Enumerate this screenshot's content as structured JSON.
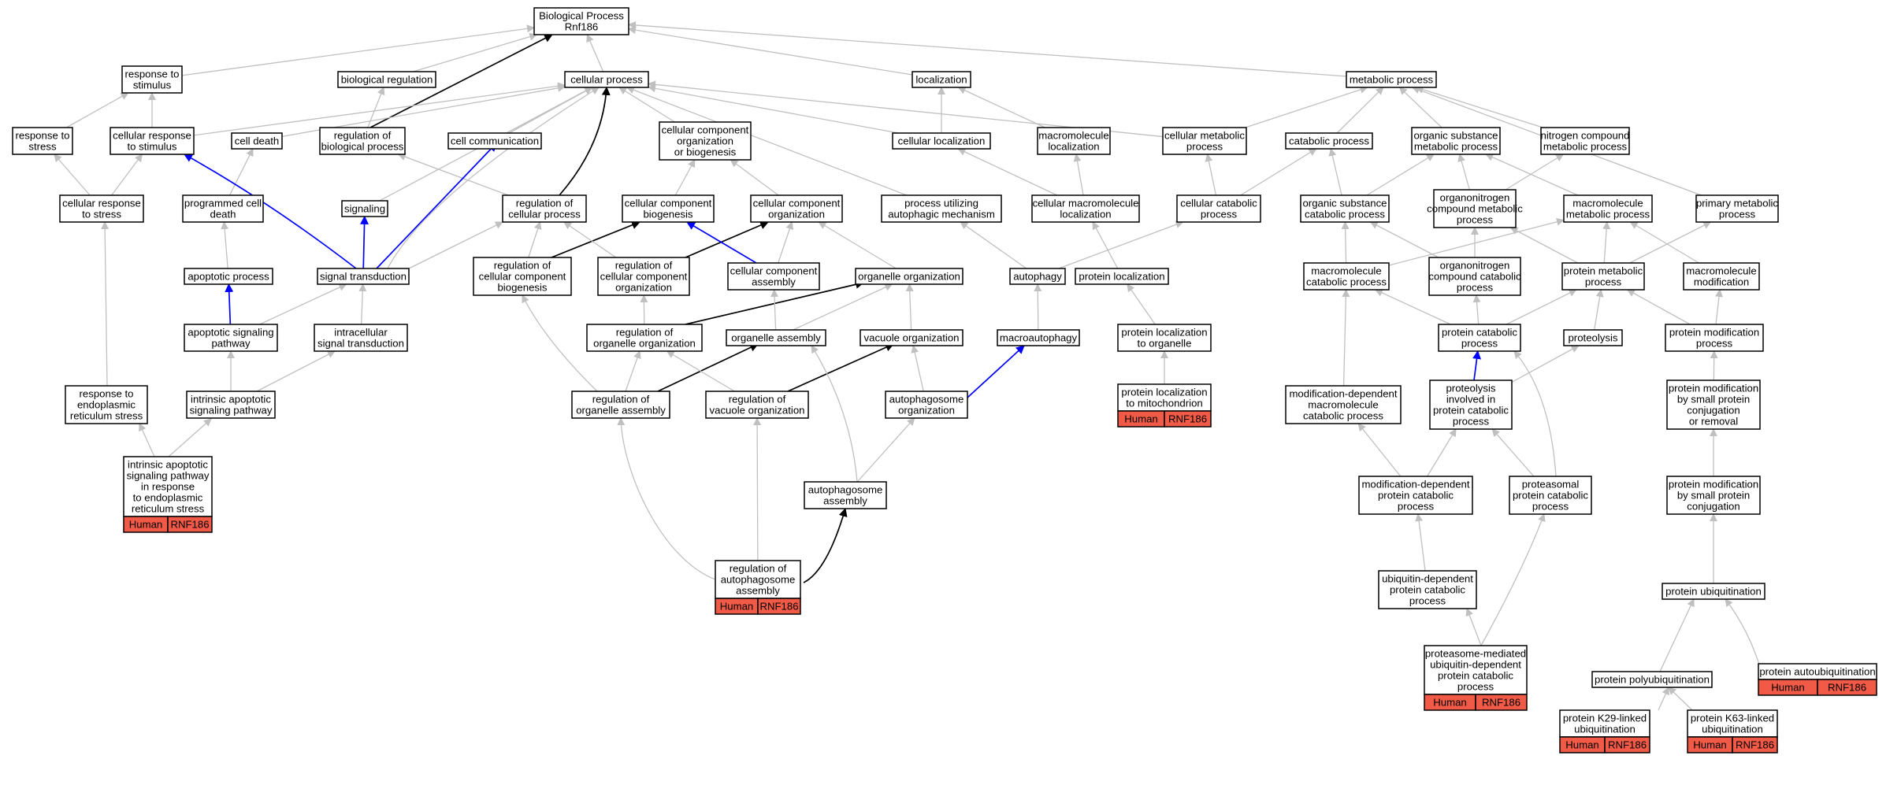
{
  "colors": {
    "edge_default": "#c0c0c0",
    "edge_positive": "#0000ff",
    "edge_regulates": "#000000",
    "annotation_fill": "#f15a46"
  },
  "nodes": [
    {
      "id": "bp",
      "lines": [
        "Biological Process",
        "Rnf186"
      ]
    },
    {
      "id": "resp_stim",
      "lines": [
        "response to",
        "stimulus"
      ]
    },
    {
      "id": "bio_reg",
      "lines": [
        "biological regulation"
      ]
    },
    {
      "id": "cell_proc",
      "lines": [
        "cellular process"
      ]
    },
    {
      "id": "localization",
      "lines": [
        "localization"
      ]
    },
    {
      "id": "met_proc",
      "lines": [
        "metabolic process"
      ]
    },
    {
      "id": "resp_stress",
      "lines": [
        "response to",
        "stress"
      ]
    },
    {
      "id": "cell_resp_stim",
      "lines": [
        "cellular response",
        "to stimulus"
      ]
    },
    {
      "id": "cell_death",
      "lines": [
        "cell death"
      ]
    },
    {
      "id": "reg_bio_proc",
      "lines": [
        "regulation of",
        "biological process"
      ]
    },
    {
      "id": "cell_comm",
      "lines": [
        "cell communication"
      ]
    },
    {
      "id": "ccob",
      "lines": [
        "cellular component",
        "organization",
        "or biogenesis"
      ]
    },
    {
      "id": "cell_loc",
      "lines": [
        "cellular localization"
      ]
    },
    {
      "id": "macro_loc",
      "lines": [
        "macromolecule",
        "localization"
      ]
    },
    {
      "id": "cell_met",
      "lines": [
        "cellular metabolic",
        "process"
      ]
    },
    {
      "id": "catab",
      "lines": [
        "catabolic process"
      ]
    },
    {
      "id": "org_sub_met",
      "lines": [
        "organic substance",
        "metabolic process"
      ]
    },
    {
      "id": "nitro_met",
      "lines": [
        "nitrogen compound",
        "metabolic process"
      ]
    },
    {
      "id": "cell_resp_stress",
      "lines": [
        "cellular response",
        "to stress"
      ]
    },
    {
      "id": "prog_death",
      "lines": [
        "programmed cell",
        "death"
      ]
    },
    {
      "id": "signaling",
      "lines": [
        "signaling"
      ]
    },
    {
      "id": "reg_cell_proc",
      "lines": [
        "regulation of",
        "cellular process"
      ]
    },
    {
      "id": "cc_biogen",
      "lines": [
        "cellular component",
        "biogenesis"
      ]
    },
    {
      "id": "cc_org",
      "lines": [
        "cellular component",
        "organization"
      ]
    },
    {
      "id": "autoph_mech",
      "lines": [
        "process utilizing",
        "autophagic mechanism"
      ]
    },
    {
      "id": "cell_macro_loc",
      "lines": [
        "cellular macromolecule",
        "localization"
      ]
    },
    {
      "id": "cell_catab",
      "lines": [
        "cellular catabolic",
        "process"
      ]
    },
    {
      "id": "org_sub_catab",
      "lines": [
        "organic substance",
        "catabolic process"
      ]
    },
    {
      "id": "organonitro_met",
      "lines": [
        "organonitrogen",
        "compound metabolic",
        "process"
      ]
    },
    {
      "id": "macro_met",
      "lines": [
        "macromolecule",
        "metabolic process"
      ]
    },
    {
      "id": "primary_met",
      "lines": [
        "primary metabolic",
        "process"
      ]
    },
    {
      "id": "apoptotic",
      "lines": [
        "apoptotic process"
      ]
    },
    {
      "id": "sig_trans",
      "lines": [
        "signal transduction"
      ]
    },
    {
      "id": "reg_ccb",
      "lines": [
        "regulation of",
        "cellular component",
        "biogenesis"
      ]
    },
    {
      "id": "reg_cco",
      "lines": [
        "regulation of",
        "cellular component",
        "organization"
      ]
    },
    {
      "id": "cc_assembly",
      "lines": [
        "cellular component",
        "assembly"
      ]
    },
    {
      "id": "organelle_org",
      "lines": [
        "organelle organization"
      ]
    },
    {
      "id": "autophagy",
      "lines": [
        "autophagy"
      ]
    },
    {
      "id": "prot_loc",
      "lines": [
        "protein localization"
      ]
    },
    {
      "id": "macro_catab",
      "lines": [
        "macromolecule",
        "catabolic process"
      ]
    },
    {
      "id": "organonitro_catab",
      "lines": [
        "organonitrogen",
        "compound catabolic",
        "process"
      ]
    },
    {
      "id": "prot_met",
      "lines": [
        "protein metabolic",
        "process"
      ]
    },
    {
      "id": "macro_mod",
      "lines": [
        "macromolecule",
        "modification"
      ]
    },
    {
      "id": "apop_sig",
      "lines": [
        "apoptotic signaling",
        "pathway"
      ]
    },
    {
      "id": "intra_sig",
      "lines": [
        "intracellular",
        "signal transduction"
      ]
    },
    {
      "id": "reg_org_org",
      "lines": [
        "regulation of",
        "organelle organization"
      ]
    },
    {
      "id": "org_assembly",
      "lines": [
        "organelle assembly"
      ]
    },
    {
      "id": "vac_org",
      "lines": [
        "vacuole organization"
      ]
    },
    {
      "id": "macroautophagy",
      "lines": [
        "macroautophagy"
      ]
    },
    {
      "id": "prot_loc_org",
      "lines": [
        "protein localization",
        "to organelle"
      ]
    },
    {
      "id": "prot_catab",
      "lines": [
        "protein catabolic",
        "process"
      ]
    },
    {
      "id": "proteolysis",
      "lines": [
        "proteolysis"
      ]
    },
    {
      "id": "prot_mod",
      "lines": [
        "protein modification",
        "process"
      ]
    },
    {
      "id": "resp_er",
      "lines": [
        "response to",
        "endoplasmic",
        "reticulum stress"
      ]
    },
    {
      "id": "intr_apop",
      "lines": [
        "intrinsic apoptotic",
        "signaling pathway"
      ]
    },
    {
      "id": "reg_org_assembly",
      "lines": [
        "regulation of",
        "organelle assembly"
      ]
    },
    {
      "id": "reg_vac_org",
      "lines": [
        "regulation of",
        "vacuole organization"
      ]
    },
    {
      "id": "autophagosome_org",
      "lines": [
        "autophagosome",
        "organization"
      ]
    },
    {
      "id": "prot_loc_mito",
      "lines": [
        "protein localization",
        "to mitochondrion"
      ],
      "annotation": [
        "Human",
        "RNF186"
      ]
    },
    {
      "id": "mod_dep_macro_catab",
      "lines": [
        "modification-dependent",
        "macromolecule",
        "catabolic process"
      ]
    },
    {
      "id": "proteolysis_pcp",
      "lines": [
        "proteolysis",
        "involved in",
        "protein catabolic",
        "process"
      ]
    },
    {
      "id": "prot_mod_small",
      "lines": [
        "protein modification",
        "by small protein",
        "conjugation",
        "or removal"
      ]
    },
    {
      "id": "intr_apop_er",
      "lines": [
        "intrinsic apoptotic",
        "signaling pathway",
        "in response",
        "to endoplasmic",
        "reticulum stress"
      ],
      "annotation": [
        "Human",
        "RNF186"
      ]
    },
    {
      "id": "autophagosome_asm",
      "lines": [
        "autophagosome",
        "assembly"
      ]
    },
    {
      "id": "mod_dep_prot_catab",
      "lines": [
        "modification-dependent",
        "protein catabolic",
        "process"
      ]
    },
    {
      "id": "proteasomal",
      "lines": [
        "proteasomal",
        "protein catabolic",
        "process"
      ]
    },
    {
      "id": "prot_mod_conj",
      "lines": [
        "protein modification",
        "by small protein",
        "conjugation"
      ]
    },
    {
      "id": "reg_autophagosome_asm",
      "lines": [
        "regulation of",
        "autophagosome",
        "assembly"
      ],
      "annotation": [
        "Human",
        "RNF186"
      ]
    },
    {
      "id": "ubiq_dep",
      "lines": [
        "ubiquitin-dependent",
        "protein catabolic",
        "process"
      ]
    },
    {
      "id": "prot_ubiq",
      "lines": [
        "protein ubiquitination"
      ]
    },
    {
      "id": "prot_autoubiq",
      "lines": [
        "protein autoubiquitination"
      ],
      "annotation": [
        "Human",
        "RNF186"
      ]
    },
    {
      "id": "prot_polyubiq",
      "lines": [
        "protein polyubiquitination"
      ]
    },
    {
      "id": "prot_k29",
      "lines": [
        "protein K29-linked",
        "ubiquitination"
      ],
      "annotation": [
        "Human",
        "RNF186"
      ]
    },
    {
      "id": "prot_k63",
      "lines": [
        "protein K63-linked",
        "ubiquitination"
      ],
      "annotation": [
        "Human",
        "RNF186"
      ]
    },
    {
      "id": "proteasome_med",
      "lines": [
        "proteasome-mediated",
        "ubiquitin-dependent",
        "protein catabolic",
        "process"
      ],
      "annotation": [
        "Human",
        "RNF186"
      ]
    }
  ],
  "edges": [
    {
      "from": "resp_stim",
      "to": "bp",
      "type": "is_a"
    },
    {
      "from": "bio_reg",
      "to": "bp",
      "type": "is_a"
    },
    {
      "from": "cell_proc",
      "to": "bp",
      "type": "is_a"
    },
    {
      "from": "localization",
      "to": "bp",
      "type": "is_a"
    },
    {
      "from": "met_proc",
      "to": "bp",
      "type": "is_a"
    },
    {
      "from": "reg_bio_proc",
      "to": "bp",
      "type": "regulates"
    },
    {
      "from": "resp_stress",
      "to": "resp_stim",
      "type": "is_a"
    },
    {
      "from": "cell_resp_stim",
      "to": "resp_stim",
      "type": "is_a"
    },
    {
      "from": "cell_resp_stim",
      "to": "cell_proc",
      "type": "is_a"
    },
    {
      "from": "cell_death",
      "to": "cell_proc",
      "type": "is_a"
    },
    {
      "from": "reg_bio_proc",
      "to": "bio_reg",
      "type": "is_a"
    },
    {
      "from": "cell_comm",
      "to": "cell_proc",
      "type": "is_a"
    },
    {
      "from": "ccob",
      "to": "cell_proc",
      "type": "is_a"
    },
    {
      "from": "cell_loc",
      "to": "cell_proc",
      "type": "is_a"
    },
    {
      "from": "cell_loc",
      "to": "localization",
      "type": "is_a"
    },
    {
      "from": "macro_loc",
      "to": "localization",
      "type": "is_a"
    },
    {
      "from": "cell_met",
      "to": "cell_proc",
      "type": "is_a"
    },
    {
      "from": "cell_met",
      "to": "met_proc",
      "type": "is_a"
    },
    {
      "from": "catab",
      "to": "met_proc",
      "type": "is_a"
    },
    {
      "from": "org_sub_met",
      "to": "met_proc",
      "type": "is_a"
    },
    {
      "from": "nitro_met",
      "to": "met_proc",
      "type": "is_a"
    },
    {
      "from": "primary_met",
      "to": "met_proc",
      "type": "is_a"
    },
    {
      "from": "cell_resp_stress",
      "to": "resp_stress",
      "type": "is_a"
    },
    {
      "from": "cell_resp_stress",
      "to": "cell_resp_stim",
      "type": "is_a"
    },
    {
      "from": "prog_death",
      "to": "cell_death",
      "type": "is_a"
    },
    {
      "from": "signaling",
      "to": "cell_proc",
      "type": "is_a"
    },
    {
      "from": "reg_cell_proc",
      "to": "reg_bio_proc",
      "type": "is_a"
    },
    {
      "from": "reg_cell_proc",
      "to": "cell_proc",
      "type": "regulates"
    },
    {
      "from": "cc_biogen",
      "to": "ccob",
      "type": "is_a"
    },
    {
      "from": "cc_org",
      "to": "ccob",
      "type": "is_a"
    },
    {
      "from": "autoph_mech",
      "to": "cell_proc",
      "type": "is_a"
    },
    {
      "from": "cell_macro_loc",
      "to": "cell_loc",
      "type": "is_a"
    },
    {
      "from": "cell_macro_loc",
      "to": "macro_loc",
      "type": "is_a"
    },
    {
      "from": "cell_catab",
      "to": "cell_met",
      "type": "is_a"
    },
    {
      "from": "cell_catab",
      "to": "catab",
      "type": "is_a"
    },
    {
      "from": "org_sub_catab",
      "to": "catab",
      "type": "is_a"
    },
    {
      "from": "org_sub_catab",
      "to": "org_sub_met",
      "type": "is_a"
    },
    {
      "from": "organonitro_met",
      "to": "org_sub_met",
      "type": "is_a"
    },
    {
      "from": "organonitro_met",
      "to": "nitro_met",
      "type": "is_a"
    },
    {
      "from": "macro_met",
      "to": "org_sub_met",
      "type": "is_a"
    },
    {
      "from": "sig_trans",
      "to": "signaling",
      "type": "positively_regulates"
    },
    {
      "from": "sig_trans",
      "to": "cell_resp_stim",
      "type": "positively_regulates"
    },
    {
      "from": "sig_trans",
      "to": "cell_comm",
      "type": "positively_regulates"
    },
    {
      "from": "sig_trans",
      "to": "reg_cell_proc",
      "type": "is_a"
    },
    {
      "from": "sig_trans",
      "to": "cell_proc",
      "type": "is_a"
    },
    {
      "from": "apoptotic",
      "to": "prog_death",
      "type": "is_a"
    },
    {
      "from": "reg_ccb",
      "to": "reg_cell_proc",
      "type": "is_a"
    },
    {
      "from": "reg_ccb",
      "to": "cc_biogen",
      "type": "regulates"
    },
    {
      "from": "reg_cco",
      "to": "reg_cell_proc",
      "type": "is_a"
    },
    {
      "from": "reg_cco",
      "to": "cc_org",
      "type": "regulates"
    },
    {
      "from": "cc_assembly",
      "to": "cc_biogen",
      "type": "positively_regulates"
    },
    {
      "from": "cc_assembly",
      "to": "cc_org",
      "type": "is_a"
    },
    {
      "from": "organelle_org",
      "to": "cc_org",
      "type": "is_a"
    },
    {
      "from": "autophagy",
      "to": "autoph_mech",
      "type": "is_a"
    },
    {
      "from": "autophagy",
      "to": "cell_catab",
      "type": "is_a"
    },
    {
      "from": "prot_loc",
      "to": "cell_macro_loc",
      "type": "is_a"
    },
    {
      "from": "macro_catab",
      "to": "org_sub_catab",
      "type": "is_a"
    },
    {
      "from": "macro_catab",
      "to": "macro_met",
      "type": "is_a"
    },
    {
      "from": "organonitro_catab",
      "to": "org_sub_catab",
      "type": "is_a"
    },
    {
      "from": "organonitro_catab",
      "to": "organonitro_met",
      "type": "is_a"
    },
    {
      "from": "prot_met",
      "to": "organonitro_met",
      "type": "is_a"
    },
    {
      "from": "prot_met",
      "to": "macro_met",
      "type": "is_a"
    },
    {
      "from": "prot_met",
      "to": "primary_met",
      "type": "is_a"
    },
    {
      "from": "macro_mod",
      "to": "macro_met",
      "type": "is_a"
    },
    {
      "from": "apop_sig",
      "to": "apoptotic",
      "type": "positively_regulates"
    },
    {
      "from": "apop_sig",
      "to": "sig_trans",
      "type": "is_a"
    },
    {
      "from": "intra_sig",
      "to": "sig_trans",
      "type": "is_a"
    },
    {
      "from": "reg_org_org",
      "to": "reg_cco",
      "type": "is_a"
    },
    {
      "from": "reg_org_org",
      "to": "organelle_org",
      "type": "regulates"
    },
    {
      "from": "org_assembly",
      "to": "cc_assembly",
      "type": "is_a"
    },
    {
      "from": "org_assembly",
      "to": "organelle_org",
      "type": "is_a"
    },
    {
      "from": "vac_org",
      "to": "organelle_org",
      "type": "is_a"
    },
    {
      "from": "macroautophagy",
      "to": "autophagy",
      "type": "is_a"
    },
    {
      "from": "prot_loc_org",
      "to": "prot_loc",
      "type": "is_a"
    },
    {
      "from": "prot_catab",
      "to": "organonitro_catab",
      "type": "is_a"
    },
    {
      "from": "prot_catab",
      "to": "macro_catab",
      "type": "is_a"
    },
    {
      "from": "prot_catab",
      "to": "prot_met",
      "type": "is_a"
    },
    {
      "from": "proteolysis",
      "to": "prot_met",
      "type": "is_a"
    },
    {
      "from": "prot_mod",
      "to": "prot_met",
      "type": "is_a"
    },
    {
      "from": "prot_mod",
      "to": "macro_mod",
      "type": "is_a"
    },
    {
      "from": "resp_er",
      "to": "cell_resp_stress",
      "type": "is_a"
    },
    {
      "from": "intr_apop",
      "to": "apop_sig",
      "type": "is_a"
    },
    {
      "from": "intr_apop",
      "to": "intra_sig",
      "type": "is_a"
    },
    {
      "from": "reg_org_assembly",
      "to": "reg_org_org",
      "type": "is_a"
    },
    {
      "from": "reg_org_assembly",
      "to": "org_assembly",
      "type": "regulates"
    },
    {
      "from": "reg_org_assembly",
      "to": "reg_ccb",
      "type": "is_a"
    },
    {
      "from": "reg_vac_org",
      "to": "reg_org_org",
      "type": "is_a"
    },
    {
      "from": "reg_vac_org",
      "to": "vac_org",
      "type": "regulates"
    },
    {
      "from": "autophagosome_org",
      "to": "vac_org",
      "type": "is_a"
    },
    {
      "from": "autophagosome_org",
      "to": "macroautophagy",
      "type": "positively_regulates"
    },
    {
      "from": "prot_loc_mito",
      "to": "prot_loc_org",
      "type": "is_a"
    },
    {
      "from": "mod_dep_macro_catab",
      "to": "macro_catab",
      "type": "is_a"
    },
    {
      "from": "proteolysis_pcp",
      "to": "prot_catab",
      "type": "positively_regulates"
    },
    {
      "from": "proteolysis_pcp",
      "to": "proteolysis",
      "type": "is_a"
    },
    {
      "from": "prot_mod_small",
      "to": "prot_mod",
      "type": "is_a"
    },
    {
      "from": "intr_apop_er",
      "to": "resp_er",
      "type": "is_a"
    },
    {
      "from": "intr_apop_er",
      "to": "intr_apop",
      "type": "is_a"
    },
    {
      "from": "autophagosome_asm",
      "to": "autophagosome_org",
      "type": "is_a"
    },
    {
      "from": "autophagosome_asm",
      "to": "org_assembly",
      "type": "is_a"
    },
    {
      "from": "mod_dep_prot_catab",
      "to": "mod_dep_macro_catab",
      "type": "is_a"
    },
    {
      "from": "mod_dep_prot_catab",
      "to": "proteolysis_pcp",
      "type": "is_a"
    },
    {
      "from": "proteasomal",
      "to": "proteolysis_pcp",
      "type": "is_a"
    },
    {
      "from": "proteasomal",
      "to": "prot_catab",
      "type": "is_a"
    },
    {
      "from": "prot_mod_conj",
      "to": "prot_mod_small",
      "type": "is_a"
    },
    {
      "from": "reg_autophagosome_asm",
      "to": "autophagosome_asm",
      "type": "regulates"
    },
    {
      "from": "reg_autophagosome_asm",
      "to": "reg_vac_org",
      "type": "is_a"
    },
    {
      "from": "reg_autophagosome_asm",
      "to": "reg_org_assembly",
      "type": "is_a"
    },
    {
      "from": "ubiq_dep",
      "to": "mod_dep_prot_catab",
      "type": "is_a"
    },
    {
      "from": "prot_ubiq",
      "to": "prot_mod_conj",
      "type": "is_a"
    },
    {
      "from": "prot_autoubiq",
      "to": "prot_ubiq",
      "type": "is_a"
    },
    {
      "from": "prot_polyubiq",
      "to": "prot_ubiq",
      "type": "is_a"
    },
    {
      "from": "prot_k29",
      "to": "prot_polyubiq",
      "type": "is_a"
    },
    {
      "from": "prot_k63",
      "to": "prot_polyubiq",
      "type": "is_a"
    },
    {
      "from": "proteasome_med",
      "to": "ubiq_dep",
      "type": "is_a"
    },
    {
      "from": "proteasome_med",
      "to": "proteasomal",
      "type": "is_a"
    }
  ]
}
